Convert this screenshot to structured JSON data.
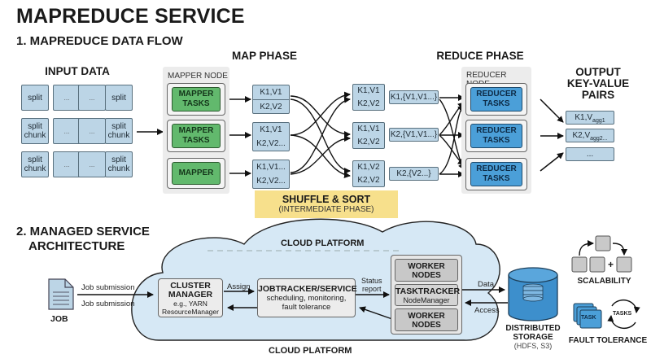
{
  "title": "MAPREDUCE SERVICE",
  "section1": {
    "heading": "1. MAPREDUCE DATA FLOW",
    "input": {
      "label": "INPUT DATA",
      "rows": [
        [
          "split",
          "...",
          "...",
          "split"
        ],
        [
          "split chunk",
          "...",
          "...",
          "split chunk"
        ],
        [
          "split chunk",
          "...",
          "...",
          "split chunk"
        ]
      ]
    },
    "map_phase": {
      "label": "MAP PHASE",
      "node_label": "MAPPER NODE",
      "tasks": [
        "MAPPER TASKS",
        "MAPPER TASKS",
        "MAPPER"
      ],
      "outputs": [
        [
          "K1,V1",
          "K2,V2"
        ],
        [
          "K1,V1",
          "K2,V2..."
        ],
        [
          "K1,V1...",
          "K2,V2..."
        ]
      ]
    },
    "shuffle": {
      "title": "SHUFFLE & SORT",
      "subtitle": "(INTERMEDIATE PHASE)",
      "sorted": [
        [
          "K1,V1",
          "K2,V2"
        ],
        [
          "K1,V1",
          "K2,V2"
        ],
        [
          "K1,V2",
          "K2,V2"
        ]
      ],
      "grouped": [
        "K1,{V1,V1...}",
        "K2,{V1,V1...}",
        "K2,{V2...}"
      ]
    },
    "reduce_phase": {
      "label": "REDUCE PHASE",
      "node_label": "REDUCER NODE",
      "tasks": [
        "REDUCER TASKS",
        "REDUCER TASKS",
        "REDUCER TASKS"
      ]
    },
    "output": {
      "label_line1": "OUTPUT",
      "label_line2": "KEY-VALUE PAIRS",
      "pairs": [
        {
          "key": "K1,V",
          "sub": "agg1"
        },
        {
          "key": "K2,V",
          "sub": "agg2..."
        },
        {
          "key": "...",
          "sub": ""
        }
      ]
    }
  },
  "section2": {
    "heading_line1": "2. MANAGED SERVICE",
    "heading_line2": "ARCHITECTURE",
    "cloud_label_top": "CLOUD PLATFORM",
    "cloud_label_bottom": "CLOUD PLATFORM",
    "job": {
      "label": "JOB",
      "edge_top": "Job submission",
      "edge_bottom": "Job submission"
    },
    "cluster_manager": {
      "title_line1": "CLUSTER",
      "title_line2": "MANAGER",
      "sub_line1": "e.g., YARN",
      "sub_line2": "ResourceManager"
    },
    "assign_label": "Assign",
    "jobtracker": {
      "title": "JOBTRACKER/SERVICE",
      "sub_line1": "scheduling, monitoring,",
      "sub_line2": "fault tolerance"
    },
    "status_label_line1": "Status",
    "status_label_line2": "report",
    "workers": {
      "top_line1": "WORKER",
      "top_line2": "NODES",
      "tasktracker": "TASKTRACKER",
      "nodemanager": "NodeManager",
      "bottom_line1": "WORKER",
      "bottom_line2": "NODES"
    },
    "data_label": "Data",
    "access_label": "Access",
    "storage": {
      "line1": "DISTRIBUTED",
      "line2": "STORAGE",
      "line3": "(HDFS, S3)"
    },
    "scalability": {
      "label": "SCALABILITY",
      "plus": "+"
    },
    "fault_tolerance": {
      "label": "FAULT TOLERANCE",
      "task": "TASK",
      "tasks": "TASKS"
    }
  },
  "colors": {
    "split_fill": "#bcd5e6",
    "mapper_green": "#62b96d",
    "reducer_blue": "#4b9fd8",
    "shuffle_yellow": "#f7e08c",
    "cloud_fill": "#d6e8f5",
    "storage_blue": "#3d8fcc"
  }
}
